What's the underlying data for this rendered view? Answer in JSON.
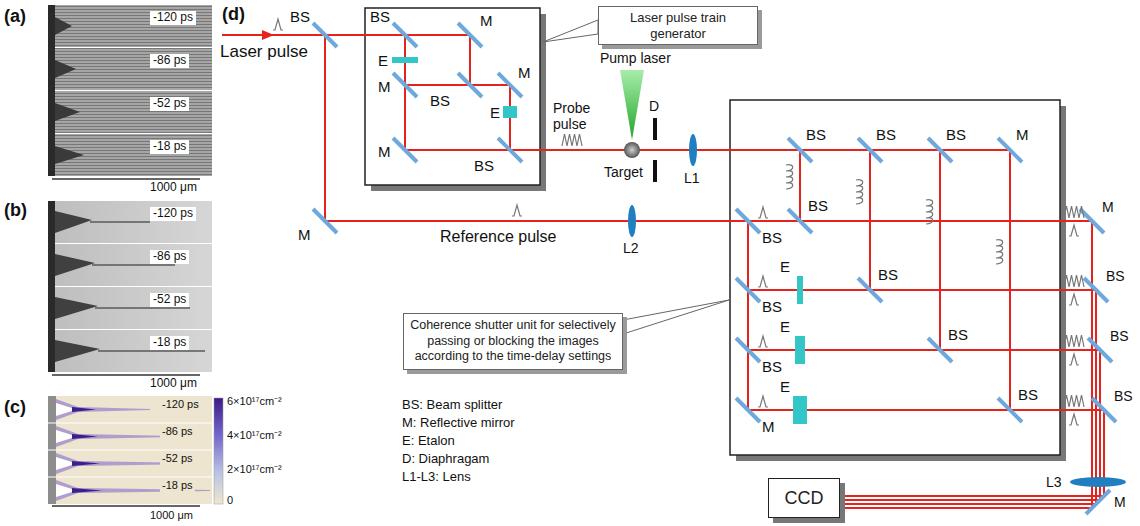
{
  "diagram": {
    "nodes": [
      {
        "text": [
          "Laser pulse train generator"
        ]
      },
      {
        "text": [
          "Coherence shutter unit for selectively passing or blocking the images according to the time-delay settings"
        ]
      },
      {
        "text": [
          "CCD"
        ]
      }
    ],
    "labels": [
      "(a)",
      "-120 ps",
      "-86 ps",
      "-52 ps",
      "-18 ps",
      "1000 μm",
      "(b)",
      "-120 ps",
      "-86 ps",
      "-52 ps",
      "-18 ps",
      "1000 μm",
      "(c)",
      "-120 ps",
      "-86 ps",
      "-52 ps",
      "-18 ps",
      "6×10¹⁷cm⁻²",
      "4×10¹⁷cm⁻²",
      "2×10¹⁷cm⁻²",
      "0",
      "1000 μm",
      "(d)",
      "Laser pulse",
      "BS",
      "BS",
      "M",
      "E",
      "M",
      "BS",
      "M",
      "E",
      "M",
      "BS",
      "Pump laser",
      "D",
      "Probe pulse",
      "Target",
      "L1",
      "M",
      "Reference pulse",
      "L2",
      "BS",
      "BS",
      "BS",
      "M",
      "BS",
      "BS",
      "BS",
      "M",
      "E",
      "E",
      "E",
      "BS",
      "BS",
      "BS",
      "BS",
      "M",
      "BS",
      "BS",
      "BS",
      "L3",
      "M",
      "BS: Beam splitter",
      "M: Reflective mirror",
      "E: Etalon",
      "D: Diaphragam",
      "L1-L3: Lens"
    ]
  }
}
